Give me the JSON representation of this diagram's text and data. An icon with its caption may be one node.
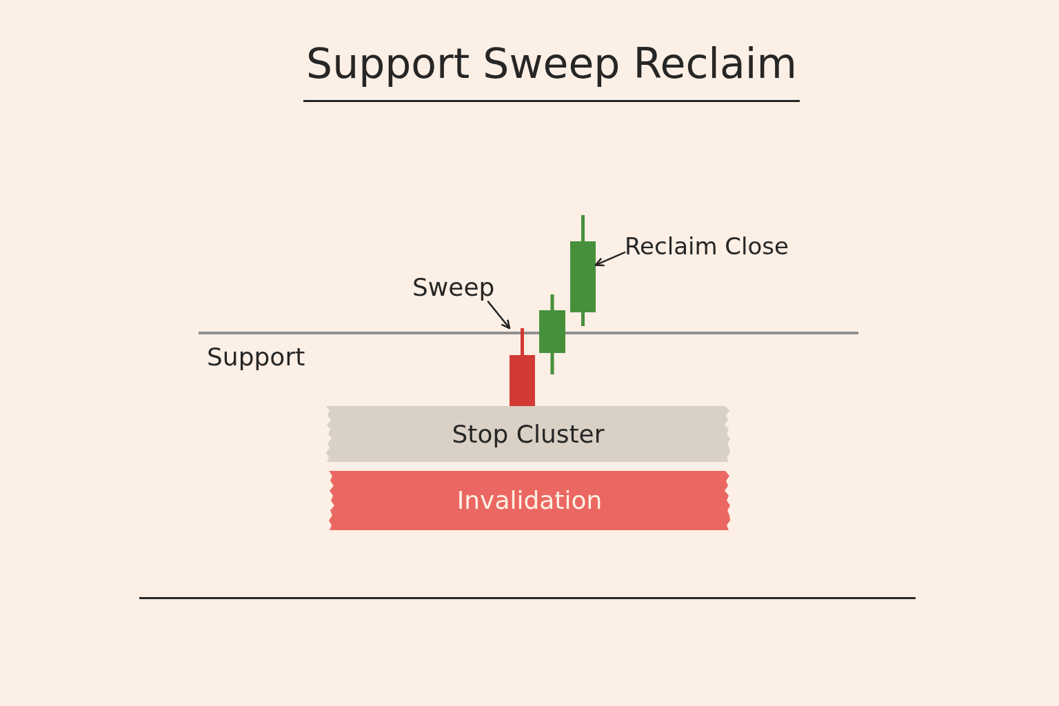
{
  "diagram": {
    "title": "Support Sweep Reclaim",
    "nodes": [
      {
        "text": [
          "Reclaim Close"
        ]
      },
      {
        "text": [
          "Sweep"
        ]
      },
      {
        "text": [],
        "shape": "candle"
      },
      {
        "text": [],
        "shape": "candle"
      },
      {
        "text": [],
        "shape": "candle"
      },
      {
        "text": [
          "Stop Cluster"
        ]
      },
      {
        "text": [
          "Invalidation"
        ]
      }
    ],
    "edges": [
      {
        "from": 1,
        "to": 2,
        "arrow": "to"
      },
      {
        "from": 0,
        "to": 4,
        "arrow": "to"
      }
    ],
    "labels": [
      "Support"
    ]
  }
}
